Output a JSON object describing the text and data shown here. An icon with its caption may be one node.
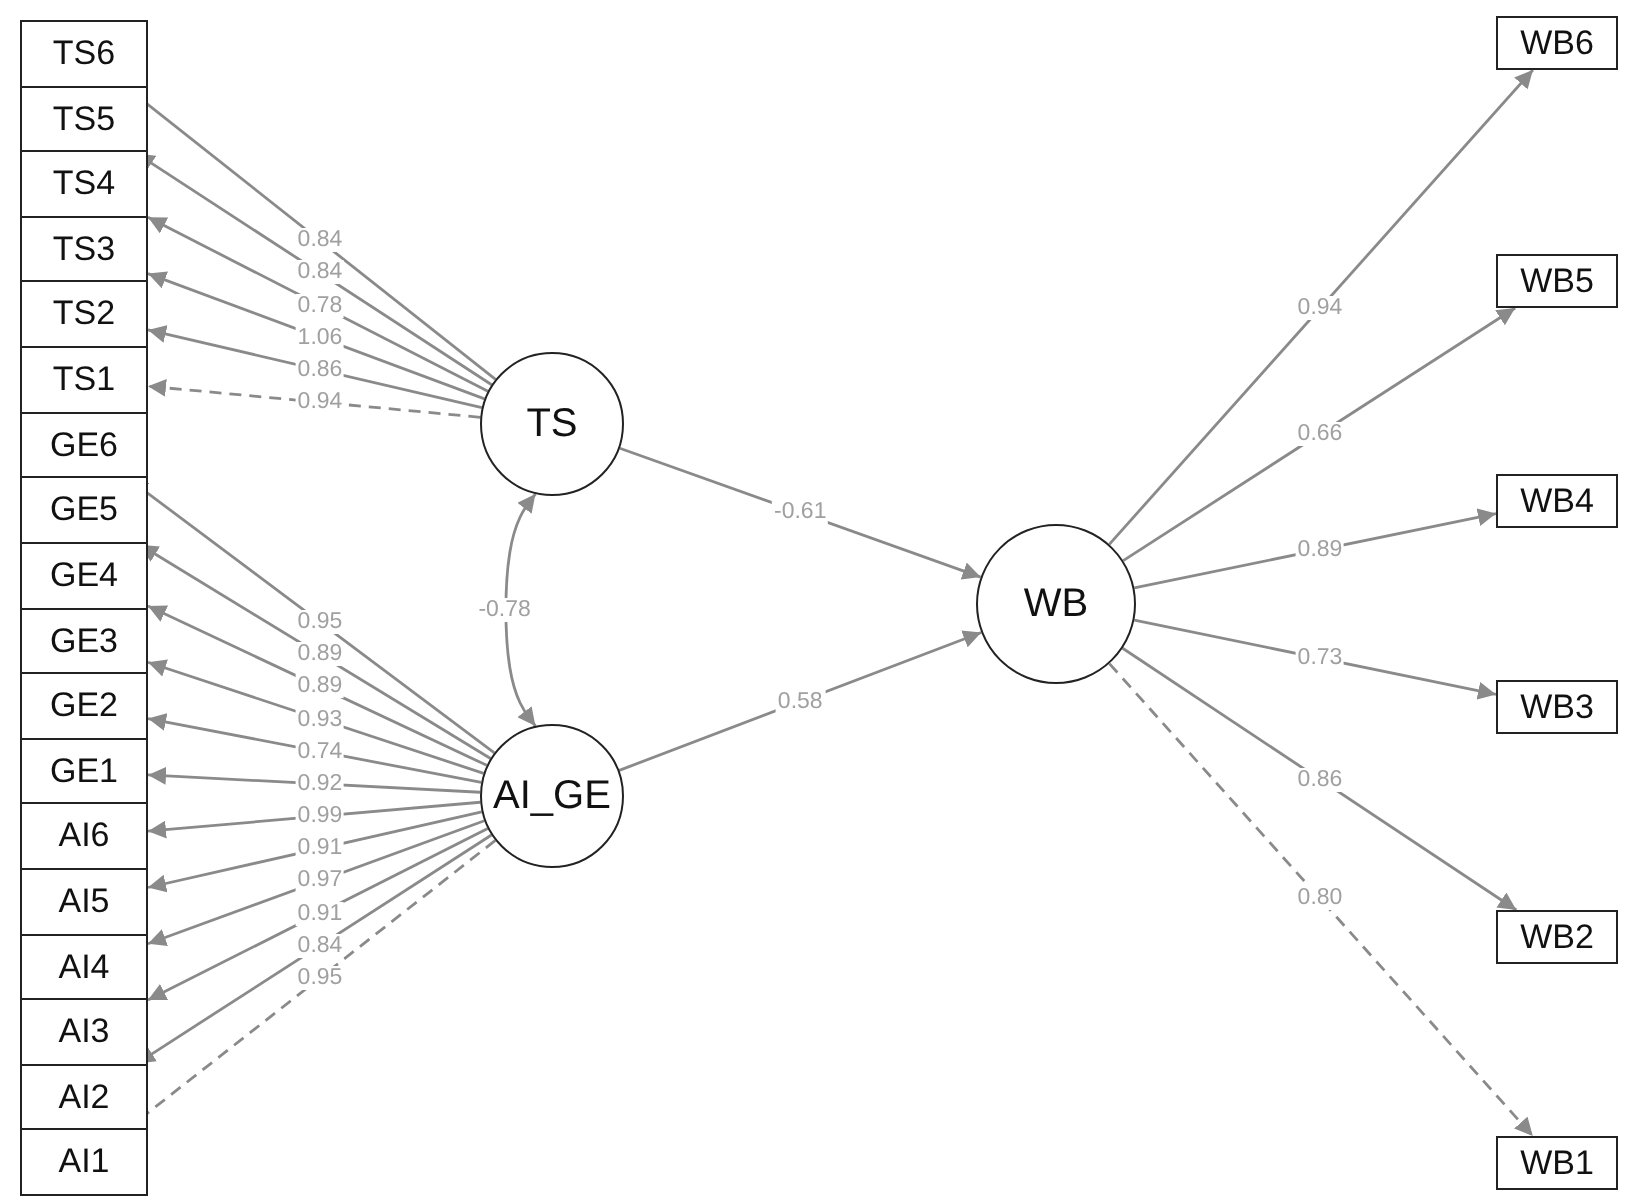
{
  "diagram": {
    "nodes": [
      {
        "text": [
          "TS6"
        ]
      },
      {
        "text": [
          "TS5"
        ]
      },
      {
        "text": [
          "TS4"
        ]
      },
      {
        "text": [
          "TS3"
        ]
      },
      {
        "text": [
          "TS2"
        ]
      },
      {
        "text": [
          "TS1"
        ]
      },
      {
        "text": [
          "GE6"
        ]
      },
      {
        "text": [
          "GE5"
        ]
      },
      {
        "text": [
          "GE4"
        ]
      },
      {
        "text": [
          "GE3"
        ]
      },
      {
        "text": [
          "GE2"
        ]
      },
      {
        "text": [
          "GE1"
        ]
      },
      {
        "text": [
          "AI6"
        ]
      },
      {
        "text": [
          "AI5"
        ]
      },
      {
        "text": [
          "AI4"
        ]
      },
      {
        "text": [
          "AI3"
        ]
      },
      {
        "text": [
          "AI2"
        ]
      },
      {
        "text": [
          "AI1"
        ]
      },
      {
        "text": [
          "TS"
        ]
      },
      {
        "text": [
          "AI_GE"
        ]
      },
      {
        "text": [
          "WB"
        ]
      },
      {
        "text": [
          "WB6"
        ]
      },
      {
        "text": [
          "WB5"
        ]
      },
      {
        "text": [
          "WB4"
        ]
      },
      {
        "text": [
          "WB3"
        ]
      },
      {
        "text": [
          "WB2"
        ]
      },
      {
        "text": [
          "WB1"
        ]
      }
    ],
    "edges": [
      {
        "from": 18,
        "to": 0,
        "arrow": "to",
        "label": "0.84"
      },
      {
        "from": 18,
        "to": 1,
        "arrow": "to",
        "label": "0.84"
      },
      {
        "from": 18,
        "to": 2,
        "arrow": "to",
        "label": "0.78"
      },
      {
        "from": 18,
        "to": 3,
        "arrow": "to",
        "label": "1.06"
      },
      {
        "from": 18,
        "to": 4,
        "arrow": "to",
        "label": "0.86"
      },
      {
        "from": 18,
        "to": 5,
        "arrow": "to",
        "label": "0.94",
        "style": "dashed"
      },
      {
        "from": 19,
        "to": 6,
        "arrow": "to",
        "label": "0.95"
      },
      {
        "from": 19,
        "to": 7,
        "arrow": "to",
        "label": "0.89"
      },
      {
        "from": 19,
        "to": 8,
        "arrow": "to",
        "label": "0.89"
      },
      {
        "from": 19,
        "to": 9,
        "arrow": "to",
        "label": "0.93"
      },
      {
        "from": 19,
        "to": 10,
        "arrow": "to",
        "label": "0.74"
      },
      {
        "from": 19,
        "to": 11,
        "arrow": "to",
        "label": "0.92"
      },
      {
        "from": 19,
        "to": 12,
        "arrow": "to",
        "label": "0.99"
      },
      {
        "from": 19,
        "to": 13,
        "arrow": "to",
        "label": "0.91"
      },
      {
        "from": 19,
        "to": 14,
        "arrow": "to",
        "label": "0.97"
      },
      {
        "from": 19,
        "to": 15,
        "arrow": "to",
        "label": "0.91"
      },
      {
        "from": 19,
        "to": 16,
        "arrow": "to",
        "label": "0.84"
      },
      {
        "from": 19,
        "to": 17,
        "arrow": "to",
        "label": "0.95",
        "style": "dashed"
      },
      {
        "from": 18,
        "to": 19,
        "arrow": "both",
        "label": "-0.78"
      },
      {
        "from": 18,
        "to": 20,
        "arrow": "to",
        "label": "-0.61"
      },
      {
        "from": 19,
        "to": 20,
        "arrow": "to",
        "label": "0.58"
      },
      {
        "from": 20,
        "to": 21,
        "arrow": "to",
        "label": "0.94"
      },
      {
        "from": 20,
        "to": 22,
        "arrow": "to",
        "label": "0.66"
      },
      {
        "from": 20,
        "to": 23,
        "arrow": "to",
        "label": "0.89"
      },
      {
        "from": 20,
        "to": 24,
        "arrow": "to",
        "label": "0.73"
      },
      {
        "from": 20,
        "to": 25,
        "arrow": "to",
        "label": "0.86"
      },
      {
        "from": 20,
        "to": 26,
        "arrow": "to",
        "label": "0.80",
        "style": "dashed"
      }
    ]
  }
}
